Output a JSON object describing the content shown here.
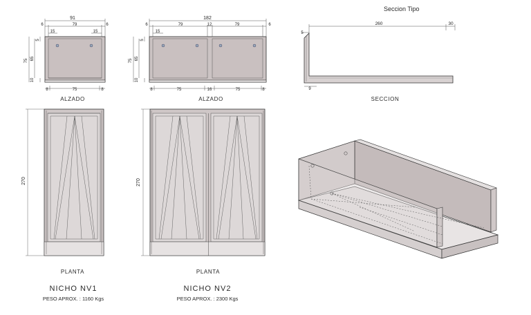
{
  "section_title": "Seccion Tipo",
  "nv1": {
    "alzado_caption": "ALZADO",
    "planta_caption": "PLANTA",
    "name": "NICHO  NV1",
    "peso": "PESO APROX. : 1160 Kgs",
    "dims": {
      "total_width": "91",
      "side_left": "6",
      "inner_width": "79",
      "side_right": "6",
      "anchor_left": "15",
      "anchor_right": "15",
      "height_total": "75",
      "height_inner": "65",
      "height_top": "5",
      "height_base": "10",
      "base_left": "8",
      "base_mid": "75",
      "base_right": "8",
      "length": "270"
    }
  },
  "nv2": {
    "alzado_caption": "ALZADO",
    "planta_caption": "PLANTA",
    "name": "NICHO  NV2",
    "peso": "PESO APROX. : 2300 Kgs",
    "dims": {
      "total_width": "182",
      "side_left": "6",
      "inner_width_a": "79",
      "divider": "12",
      "inner_width_b": "79",
      "side_right": "6",
      "anchor_left": "15",
      "height_total": "75",
      "height_inner": "65",
      "height_top": "5",
      "height_base": "10",
      "base_left": "8",
      "base_mid_a": "75",
      "base_divider": "16",
      "base_mid_b": "75",
      "base_right": "8",
      "length": "270"
    }
  },
  "section": {
    "caption": "SECCION",
    "dims": {
      "length": "260",
      "end": "30",
      "wall": "5",
      "base": "9"
    }
  },
  "colors": {
    "fill": "#cbc3c3",
    "fill_light": "#e4e0e0",
    "line": "#3a3a3a",
    "dim": "#555555"
  }
}
